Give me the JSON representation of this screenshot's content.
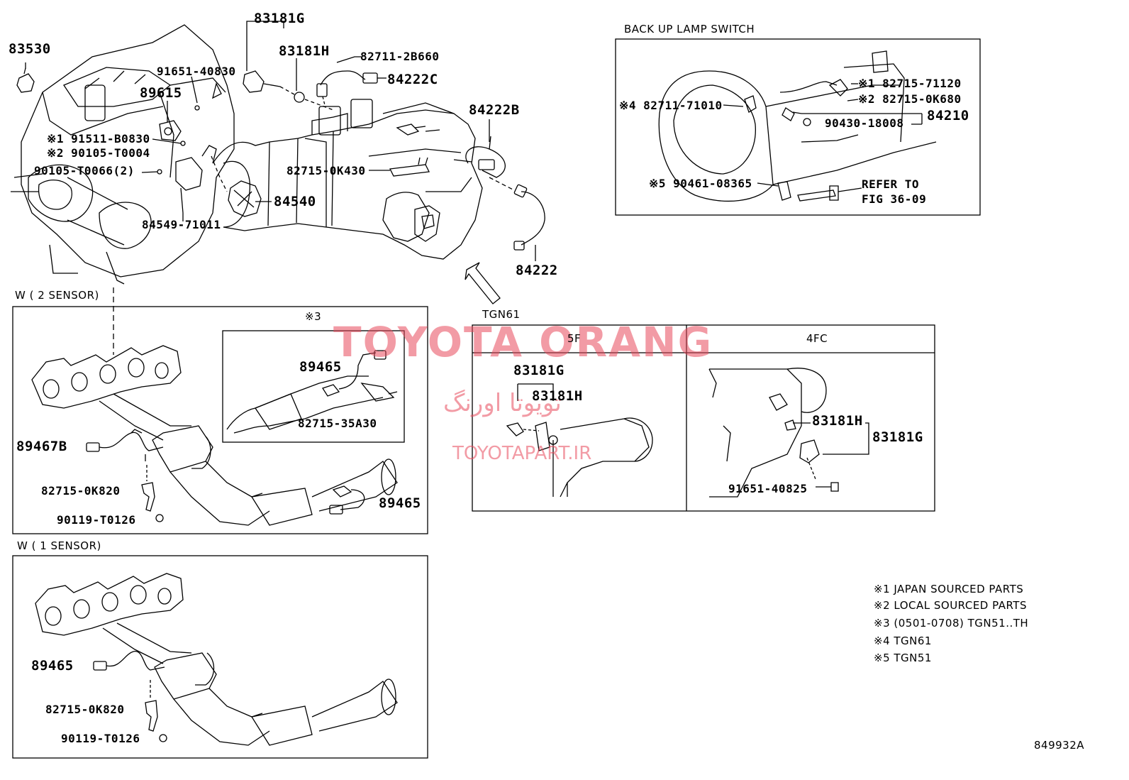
{
  "main": {
    "labels": {
      "p83530": "83530",
      "p83181G_top": "83181G",
      "p83181H_top": "83181H",
      "p82711_2B660": "82711-2B660",
      "p84222C": "84222C",
      "p91651_40830": "91651-40830",
      "p89615": "89615",
      "p84222B": "84222B",
      "p91511": "※1 91511-B0830",
      "p90105_T0004": "※2 90105-T0004",
      "p90105_T0066": "90105-T0066(2)",
      "p82715_0K430": "82715-0K430",
      "p84540": "84540",
      "p84549": "84549-71011",
      "p84222": "84222"
    },
    "view_label": "TGN61"
  },
  "backup": {
    "title": "BACK UP LAMP SWITCH",
    "labels": {
      "p82715_71120": "※1 82715-71120",
      "p82715_0K680": "※2 82715-0K680",
      "p82711_71010": "※4 82711-71010",
      "p84210": "84210",
      "p90430": "90430-18008",
      "p90461": "※5 90461-08365",
      "refer1": "REFER TO",
      "refer2": "FIG 36-09"
    }
  },
  "two_sensor": {
    "title": "W ( 2 SENSOR)",
    "inset_title": "※3",
    "labels": {
      "p89465_inset": "89465",
      "p82715_35A30": "82715-35A30",
      "p89467B": "89467B",
      "p82715_0K820": "82715-0K820",
      "p90119": "90119-T0126",
      "p89465": "89465"
    }
  },
  "one_sensor": {
    "title": "W ( 1 SENSOR)",
    "labels": {
      "p89465": "89465",
      "p82715_0K820": "82715-0K820",
      "p90119": "90119-T0126"
    }
  },
  "trans_box": {
    "header_5f": "5F",
    "header_4fc": "4FC",
    "labels": {
      "p83181G_5f": "83181G",
      "p83181H_5f": "83181H",
      "p83181H_4fc": "83181H",
      "p83181G_4fc": "83181G",
      "p91651_40825": "91651-40825"
    }
  },
  "notes": [
    "※1 JAPAN SOURCED PARTS",
    "※2 LOCAL SOURCED PARTS",
    "※3 (0501-0708) TGN51..TH",
    "※4 TGN61",
    "※5 TGN51"
  ],
  "figure_code": "849932A",
  "watermark": {
    "brand": "TOYOTA ORANG",
    "farsi": "تویوتا اورنگ",
    "site": "TOYOTAPART.IR"
  },
  "colors": {
    "line": "#000000",
    "watermark": "#e94a5c"
  }
}
